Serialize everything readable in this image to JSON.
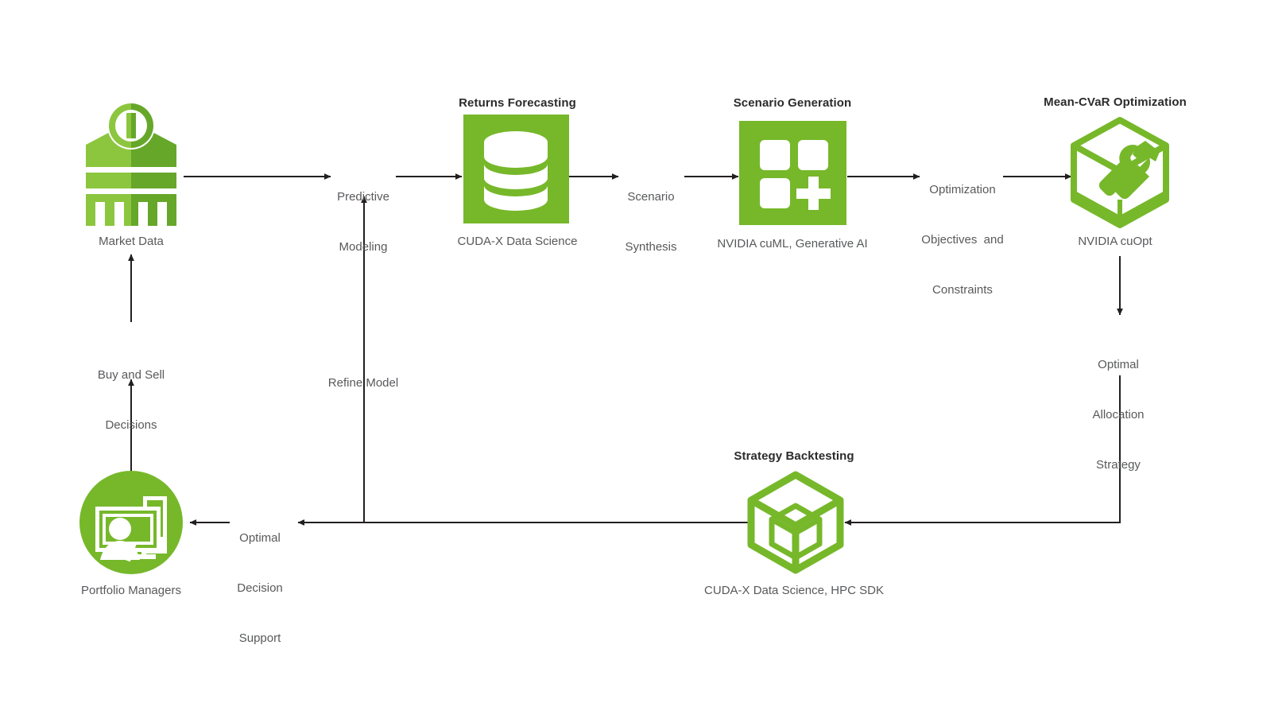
{
  "diagram": {
    "title_visible": false,
    "colors": {
      "green_primary": "#76b82a",
      "green_light": "#8cc63e",
      "green_dark": "#66a72a",
      "arrow": "#231f20",
      "text": "#58595b",
      "heading": "#2b2b2b",
      "background": "#ffffff"
    },
    "nodes": [
      {
        "id": "market-data",
        "title": "",
        "caption": "Market Data",
        "icon": "bank-building-icon"
      },
      {
        "id": "returns-forecasting",
        "title": "Returns Forecasting",
        "caption": "CUDA-X Data Science",
        "icon": "database-icon"
      },
      {
        "id": "scenario-generation",
        "title": "Scenario Generation",
        "caption": "NVIDIA cuML, Generative AI",
        "icon": "grid-plus-icon"
      },
      {
        "id": "mean-cvar-optimization",
        "title": "Mean-CVaR Optimization",
        "caption": "NVIDIA cuOpt",
        "icon": "cube-tools-icon"
      },
      {
        "id": "strategy-backtesting",
        "title": "Strategy Backtesting",
        "caption": "CUDA-X Data Science, HPC SDK",
        "icon": "nested-cube-icon"
      },
      {
        "id": "portfolio-managers",
        "title": "",
        "caption": "Portfolio Managers",
        "icon": "person-at-computer-icon"
      }
    ],
    "edge_labels": [
      {
        "id": "predictive-modeling",
        "lines": [
          "Predictive",
          "Modeling"
        ]
      },
      {
        "id": "scenario-synthesis",
        "lines": [
          "Scenario",
          "Synthesis"
        ]
      },
      {
        "id": "optimization-objectives",
        "lines": [
          "Optimization",
          "Objectives  and",
          "Constraints"
        ]
      },
      {
        "id": "optimal-allocation-strategy",
        "lines": [
          "Optimal",
          "Allocation",
          "Strategy"
        ]
      },
      {
        "id": "optimal-decision-support",
        "lines": [
          "Optimal",
          "Decision",
          "Support"
        ]
      },
      {
        "id": "refine-model",
        "lines": [
          "Refine Model"
        ]
      },
      {
        "id": "buy-and-sell-decisions",
        "lines": [
          "Buy and Sell",
          "Decisions"
        ]
      }
    ]
  }
}
